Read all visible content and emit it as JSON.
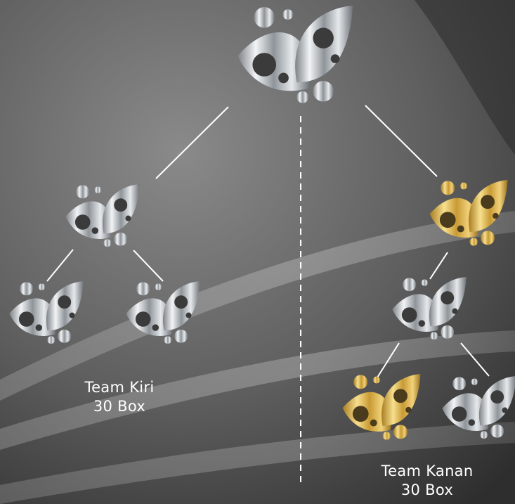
{
  "colors": {
    "background_dark": "#3a3a3a",
    "background_light": "#7a7a7a",
    "silver": "#c9cdd2",
    "gold": "#d4a93a",
    "line": "#ffffff"
  },
  "tree": {
    "root": {
      "color": "silver",
      "icon": "leaf-bubble-logo-icon"
    },
    "left_team": {
      "name": "Team Kiri",
      "count": "30 Box",
      "node": {
        "color": "silver",
        "icon": "leaf-bubble-logo-icon"
      },
      "children": [
        {
          "color": "silver",
          "icon": "leaf-bubble-logo-icon"
        },
        {
          "color": "silver",
          "icon": "leaf-bubble-logo-icon"
        }
      ]
    },
    "right_team": {
      "name": "Team Kanan",
      "count": "30 Box",
      "node": {
        "color": "gold",
        "icon": "leaf-bubble-logo-icon"
      },
      "child": {
        "color": "silver",
        "icon": "leaf-bubble-logo-icon"
      },
      "grandchildren": [
        {
          "color": "gold",
          "icon": "leaf-bubble-logo-icon"
        },
        {
          "color": "silver",
          "icon": "leaf-bubble-logo-icon"
        }
      ]
    }
  }
}
